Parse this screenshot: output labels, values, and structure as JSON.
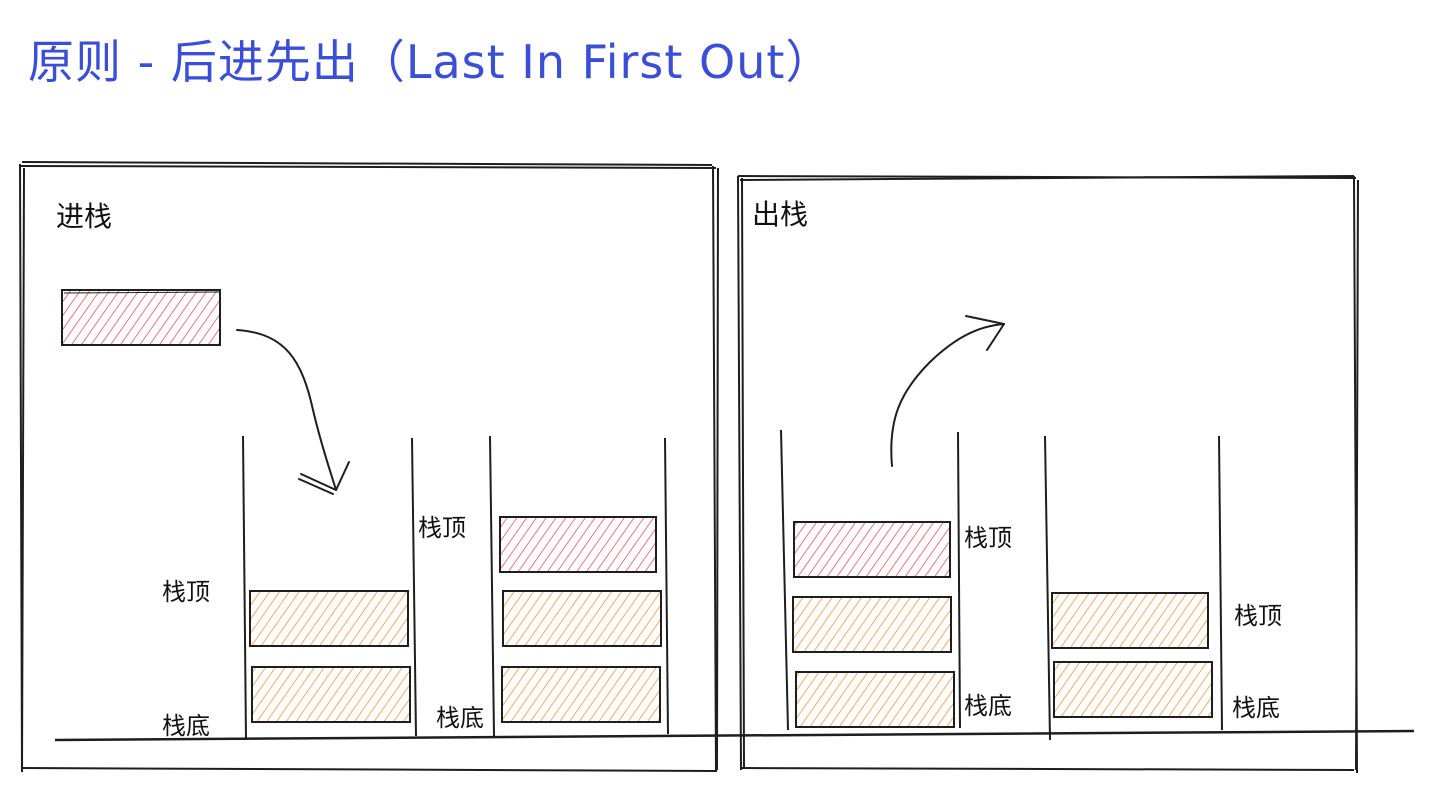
{
  "title": "原则 - 后进先出（Last In First Out）",
  "panels": {
    "push": {
      "label": "进栈"
    },
    "pop": {
      "label": "出栈"
    }
  },
  "labels": {
    "top": "栈顶",
    "bottom": "栈底"
  },
  "colors": {
    "title": "#3b4fd6",
    "new_item": "#e03e4e",
    "existing_item": "#f0882a",
    "stroke": "#1e1e1e"
  },
  "icons": [
    "curved-arrow-down-icon",
    "curved-arrow-up-icon"
  ]
}
